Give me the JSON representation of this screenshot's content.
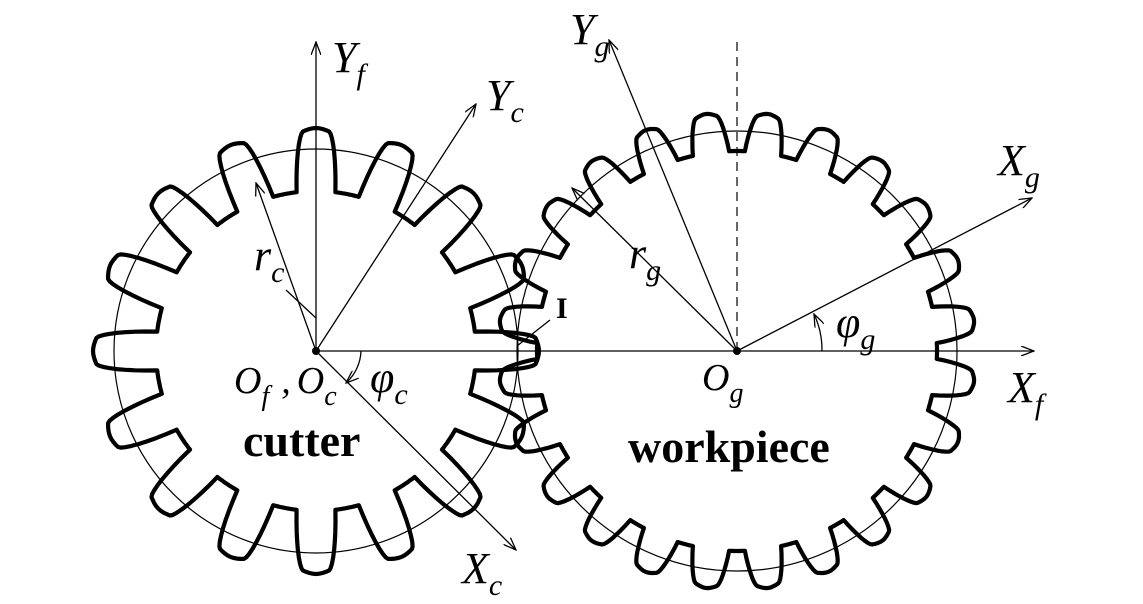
{
  "labels": {
    "cutter": "cutter",
    "workpiece": "workpiece",
    "point_I": "I"
  },
  "symbols": {
    "Yf": {
      "base": "Y",
      "sub": "f"
    },
    "Yc": {
      "base": "Y",
      "sub": "c"
    },
    "Yg": {
      "base": "Y",
      "sub": "g"
    },
    "Xg": {
      "base": "X",
      "sub": "g"
    },
    "Xf": {
      "base": "X",
      "sub": "f"
    },
    "Xc": {
      "base": "X",
      "sub": "c"
    },
    "rc": {
      "base": "r",
      "sub": "c"
    },
    "rg": {
      "base": "r",
      "sub": "g"
    },
    "phi_g": {
      "base": "φ",
      "sub": "g"
    },
    "phi_c": {
      "base": "φ",
      "sub": "c"
    },
    "Og": {
      "base": "O",
      "sub": "g"
    },
    "Of": {
      "base": "O",
      "sub": "f"
    },
    "comma": ",",
    "Oc": {
      "base": "O",
      "sub": "c"
    }
  },
  "gears": {
    "cutter": {
      "teeth": 16
    },
    "workpiece": {
      "teeth": 24
    }
  },
  "colors": {
    "ink": "#000000",
    "background": "#ffffff"
  }
}
